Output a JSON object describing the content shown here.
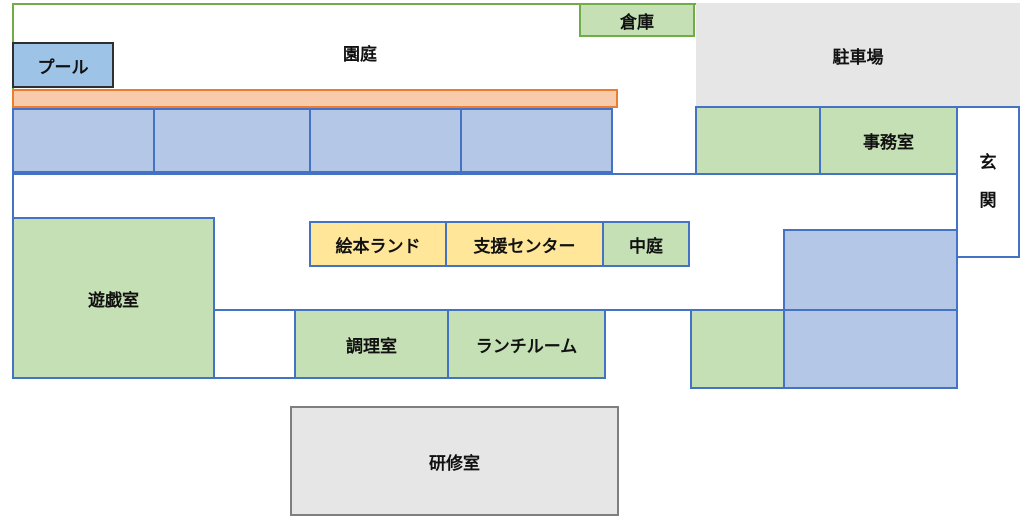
{
  "colors": {
    "room_green": "#c5e0b4",
    "room_blue": "#b4c7e7",
    "room_yellow": "#ffe699",
    "room_gray": "#e7e6e6",
    "pool_blue": "#9dc3e6",
    "veranda_orange": "#f8cbad",
    "border_blue": "#4472c4",
    "border_green": "#70ad47",
    "border_gray": "#7f7f7f"
  },
  "rooms": {
    "garden": "園庭",
    "storehouse": "倉庫",
    "pool": "プール",
    "parking": "駐車場",
    "office": "事務室",
    "entrance_1": "玄",
    "entrance_2": "関",
    "picture_book_land": "絵本ランド",
    "support_center": "支援センター",
    "courtyard": "中庭",
    "playroom": "遊戯室",
    "cooking_room": "調理室",
    "lunch_room": "ランチルーム",
    "training_room": "研修室"
  }
}
